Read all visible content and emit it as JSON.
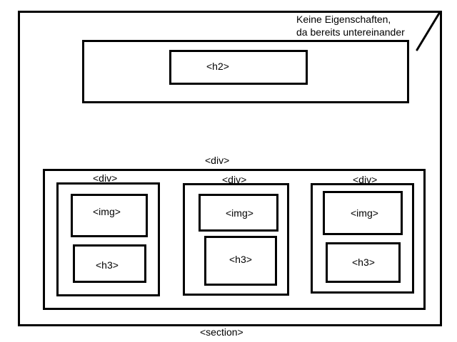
{
  "annotation": {
    "line1": "Keine Eigenschaften,",
    "line2": "da bereits untereinander"
  },
  "section": {
    "label": "<section>"
  },
  "header_block": {
    "h2_label": "<h2>"
  },
  "cards_container": {
    "label": "<div>",
    "cards": [
      {
        "label": "<div>",
        "img_label": "<img>",
        "h3_label": "<h3>"
      },
      {
        "label": "<div>",
        "img_label": "<img>",
        "h3_label": "<h3>"
      },
      {
        "label": "<div>",
        "img_label": "<img>",
        "h3_label": "<h3>"
      }
    ]
  }
}
